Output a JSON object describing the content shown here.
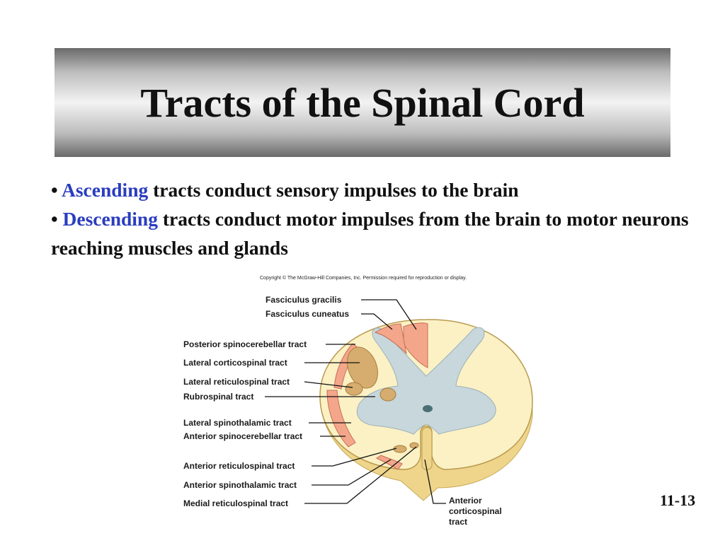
{
  "title": "Tracts of the Spinal Cord",
  "bullets": [
    {
      "marker": "•",
      "highlight": "Ascending",
      "rest": " tracts conduct sensory impulses to the brain"
    },
    {
      "marker": "•",
      "highlight": "Descending",
      "rest": " tracts conduct motor impulses from the brain to motor neurons reaching muscles and glands"
    }
  ],
  "colors": {
    "highlight": "#2a3dbf",
    "white_matter": "#fbf1c4",
    "gray_matter": "#c7d7db",
    "ascending_tract": "#f4a68b",
    "descending_tract": "#d6ad6e"
  },
  "figure": {
    "copyright": "Copyright © The McGraw-Hill Companies, Inc. Permission required for reproduction or display.",
    "labels": [
      "Fasciculus gracilis",
      "Fasciculus cuneatus",
      "Posterior spinocerebellar tract",
      "Lateral corticospinal tract",
      "Lateral reticulospinal tract",
      "Rubrospinal tract",
      "Lateral spinothalamic tract",
      "Anterior spinocerebellar tract",
      "Anterior reticulospinal tract",
      "Anterior spinothalamic tract",
      "Medial reticulospinal tract"
    ],
    "anterior_label": [
      "Anterior",
      "corticospinal",
      "tract"
    ]
  },
  "slide_number": "11-13"
}
